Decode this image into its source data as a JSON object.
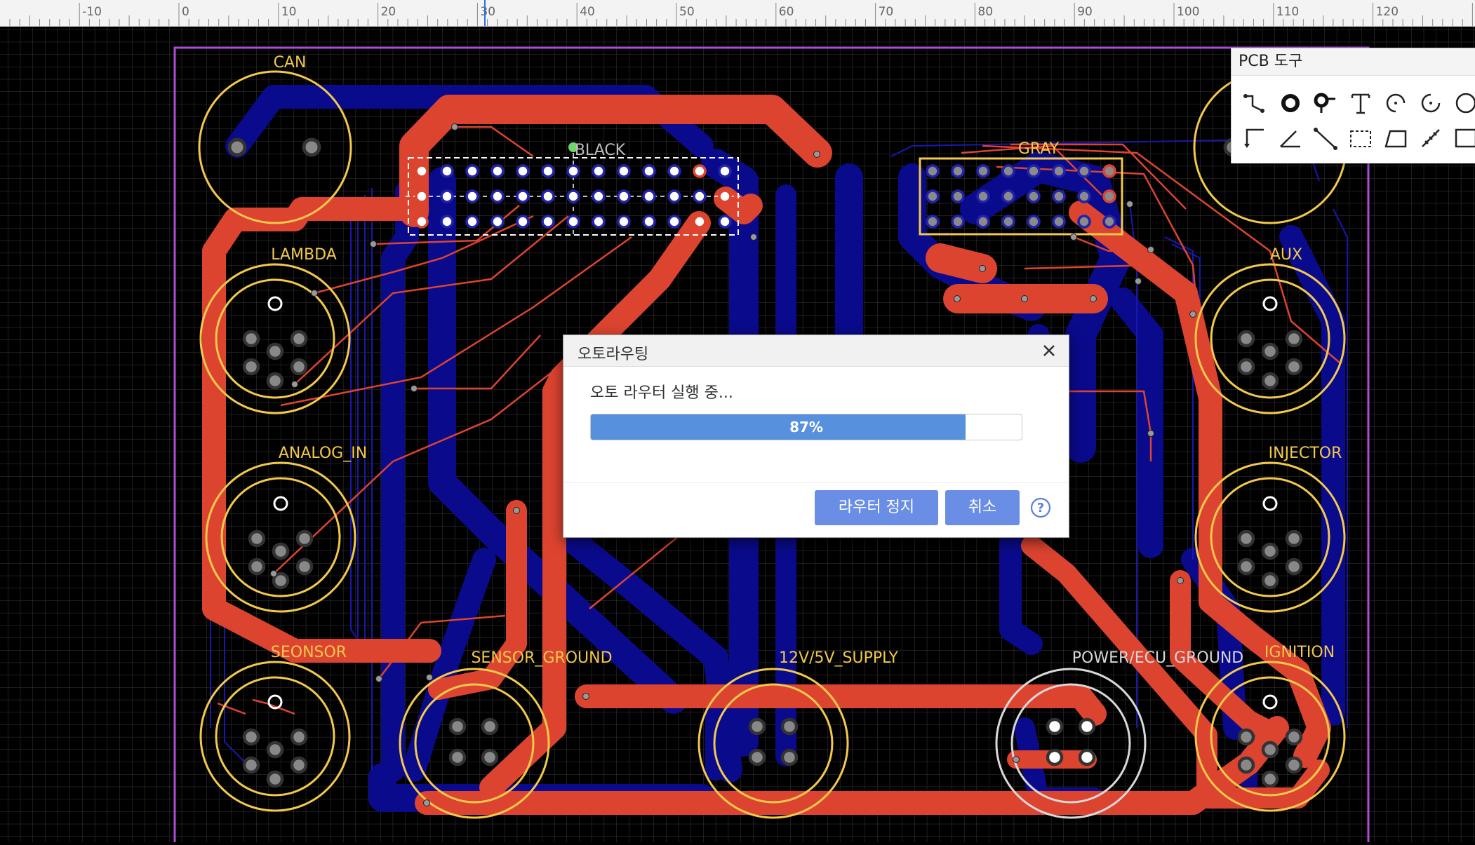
{
  "ruler": {
    "ticks": [
      "-10",
      "0",
      "10",
      "20",
      "30",
      "40",
      "50",
      "60",
      "70",
      "80",
      "90",
      "100",
      "110",
      "120"
    ]
  },
  "connectors": {
    "can": "CAN",
    "black": "BLACK",
    "gray": "GRAY",
    "lambda": "LAMBDA",
    "analog_in": "ANALOG_IN",
    "seonsor": "SEONSOR",
    "sensor_ground": "SENSOR_GROUND",
    "supply": "12V/5V_SUPPLY",
    "power_ground": "POWER/ECU_GROUND",
    "ignition": "IGNITION",
    "aux": "AUX",
    "injector": "INJECTOR"
  },
  "toolbox": {
    "title": "PCB 도구",
    "tools": [
      "route-trace-icon",
      "via-icon",
      "pad-icon",
      "text-icon",
      "arc-icon",
      "arc-ccw-icon",
      "circle-icon",
      "corner-trace-icon",
      "angle-icon",
      "diff-pair-icon",
      "selection-box-icon",
      "polygon-icon",
      "measure-icon",
      "rectangle-icon"
    ]
  },
  "dialog": {
    "title": "오토라우팅",
    "message": "오토 라우터 실행 중...",
    "progress_percent": 87,
    "progress_label": "87%",
    "stop_button": "라우터 정지",
    "cancel_button": "취소",
    "help_icon": "help-icon",
    "close_icon": "close-icon"
  },
  "colors": {
    "top_copper": "#dc4430",
    "bottom_copper": "#0a0a8c",
    "silkscreen": "#f2c94c",
    "board_outline": "#b04ad8",
    "grid": "#3a3a3a",
    "progress": "#5790dd",
    "button": "#6a8ee6"
  }
}
